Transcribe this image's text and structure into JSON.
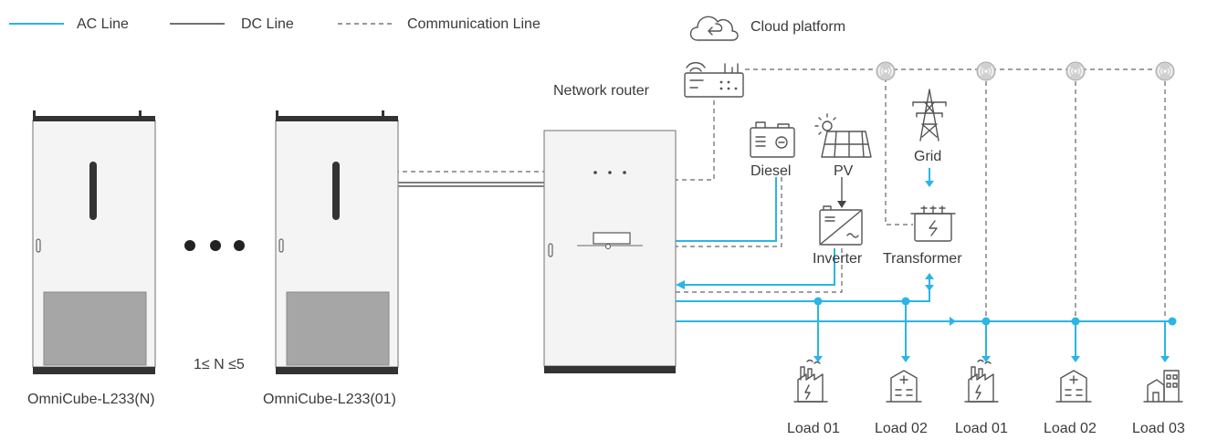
{
  "legend": {
    "ac_line": "AC Line",
    "dc_line": "DC Line",
    "communication_line": "Communication Line"
  },
  "labels": {
    "cloud_platform": "Cloud platform",
    "network_router": "Network router",
    "diesel": "Diesel",
    "pv": "PV",
    "grid": "Grid",
    "inverter": "Inverter",
    "transformer": "Transformer",
    "cabinet_n": "OmniCube-L233(N)",
    "cabinet_01": "OmniCube-L233(01)",
    "range": "1≤ N ≤5",
    "load_1": "Load 01",
    "load_2": "Load 02",
    "load_3": "Load 01",
    "load_4": "Load 02",
    "load_5": "Load 03"
  },
  "colors": {
    "ac_line": "#2bb5e6",
    "dc_line": "#555555",
    "communication_line": "#666666",
    "cabinet_window": "#a6a6a6"
  },
  "icons": [
    "cloud-icon",
    "router-icon",
    "antenna-icon",
    "diesel-generator-icon",
    "solar-panel-icon",
    "transmission-tower-icon",
    "inverter-icon",
    "transformer-icon",
    "factory-icon",
    "hospital-icon",
    "building-icon"
  ]
}
